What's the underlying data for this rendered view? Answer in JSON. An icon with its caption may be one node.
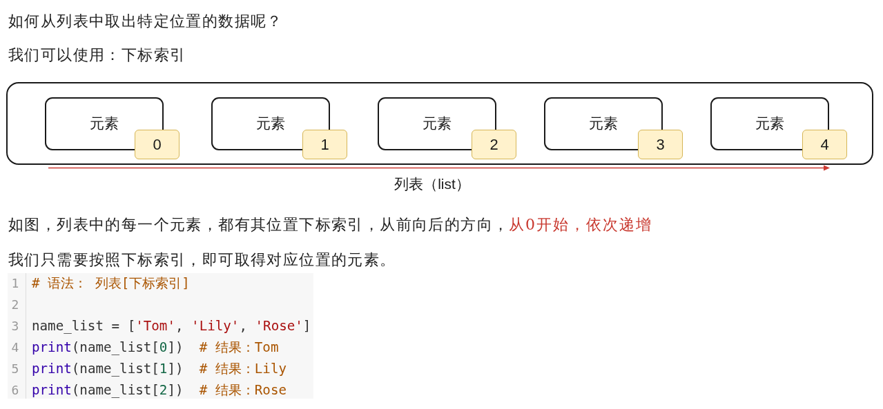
{
  "diagram": {
    "nodes": [
      {
        "text": [],
        "shape": "box",
        "beside": [
          "列表（list）"
        ]
      },
      {
        "text": [
          "元素"
        ],
        "in": 0
      },
      {
        "text": [
          "0"
        ],
        "in": 0
      },
      {
        "text": [
          "元素"
        ],
        "in": 0
      },
      {
        "text": [
          "1"
        ],
        "in": 0
      },
      {
        "text": [
          "元素"
        ],
        "in": 0
      },
      {
        "text": [
          "2"
        ],
        "in": 0
      },
      {
        "text": [
          "元素"
        ],
        "in": 0
      },
      {
        "text": [
          "3"
        ],
        "in": 0
      },
      {
        "text": [
          "元素"
        ],
        "in": 0
      },
      {
        "text": [
          "4"
        ],
        "in": 0
      }
    ],
    "labels": [
      "如何从列表中取出特定位置的数据呢？",
      "我们可以使用：下标索引",
      "如图，列表中的每一个元素，都有其位置下标索引，从前向后的方向，",
      "从0开始，依次递增",
      "我们只需要按照下标索引，即可取得对应位置的元素。",
      "1",
      "# 语法： 列表[下标索引]",
      "2",
      "3",
      "name_list = ['Tom', 'Lily', 'Rose']",
      "4",
      "print(name_list[0])  # 结果：Tom",
      "5",
      "print(name_list[1])  # 结果：Lily",
      "6",
      "print(name_list[2])  # 结果：Rose"
    ]
  }
}
